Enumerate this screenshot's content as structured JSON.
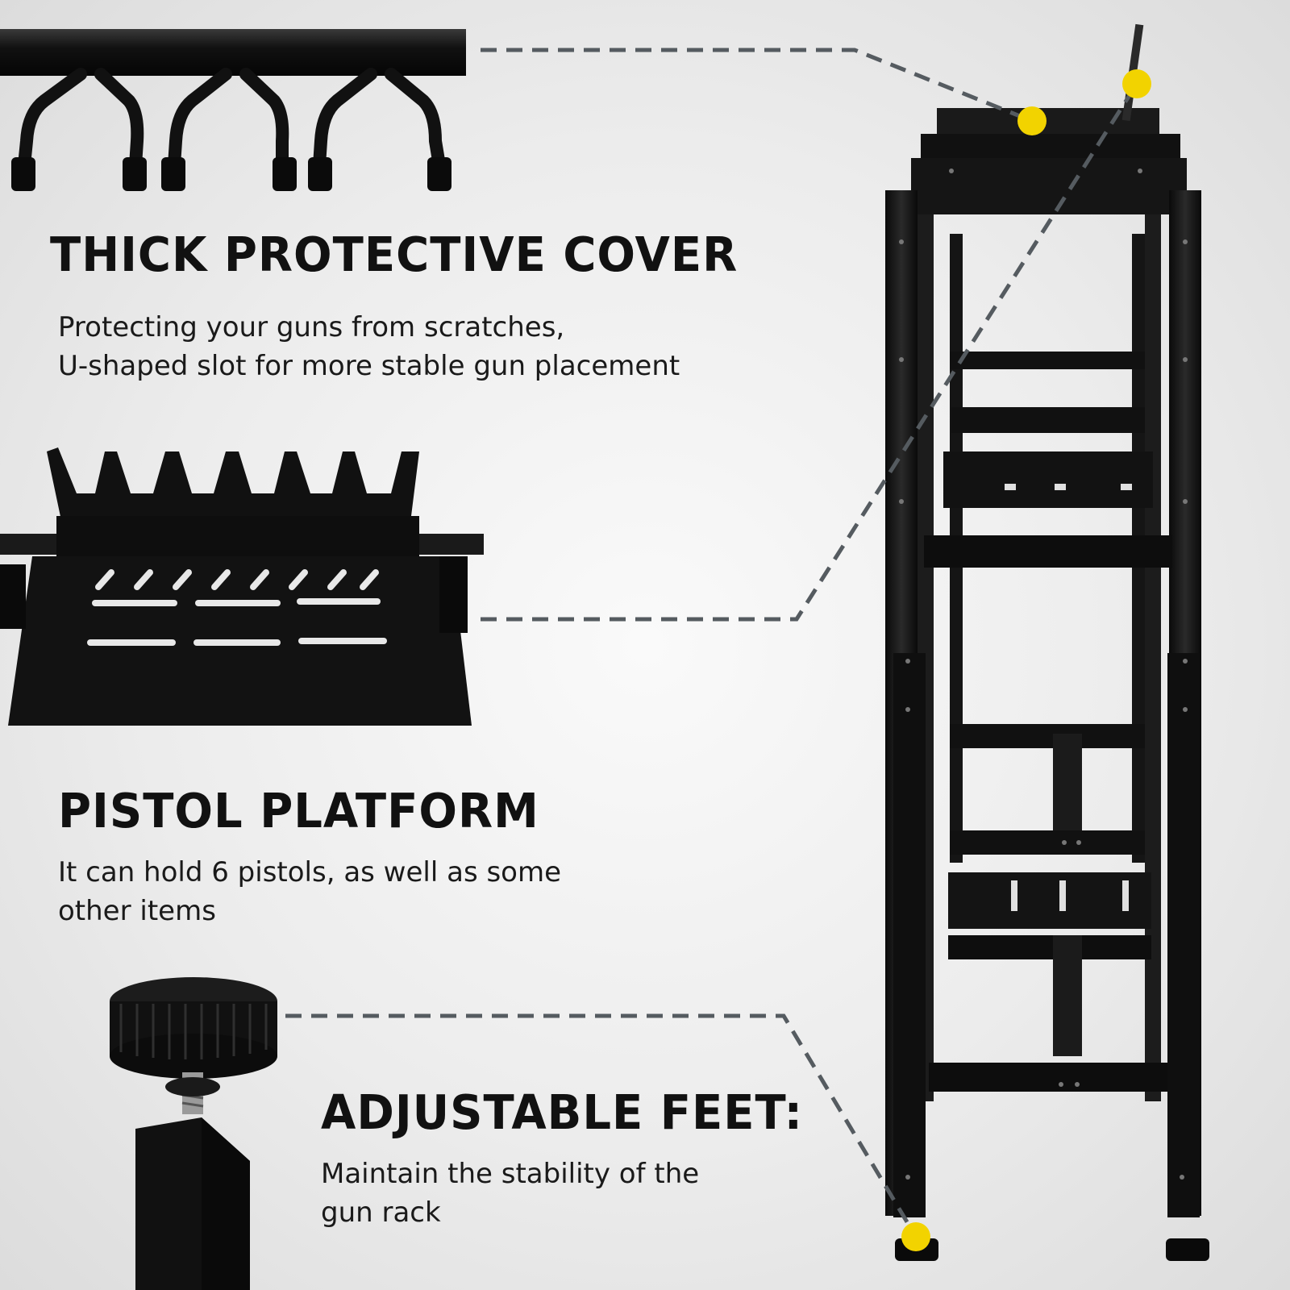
{
  "sections": [
    {
      "heading": "THICK PROTECTIVE COVER",
      "lines": [
        "Protecting your guns from scratches,",
        "U-shaped slot for more stable gun placement"
      ]
    },
    {
      "heading": "PISTOL PLATFORM",
      "lines": [
        "It can hold 6 pistols, as well as some",
        "other items"
      ]
    },
    {
      "heading": "ADJUSTABLE FEET:",
      "lines": [
        "Maintain the stability of the",
        "gun rack"
      ]
    }
  ],
  "colors": {
    "marker": "#f2d300",
    "leader_line": "#555b60",
    "metal": "#141414",
    "text": "#111111"
  },
  "icons": {
    "rack": "gun-rack-illustration",
    "cover": "padded-hook-bar-illustration",
    "platform": "pistol-platform-illustration",
    "foot": "adjustable-foot-illustration"
  }
}
